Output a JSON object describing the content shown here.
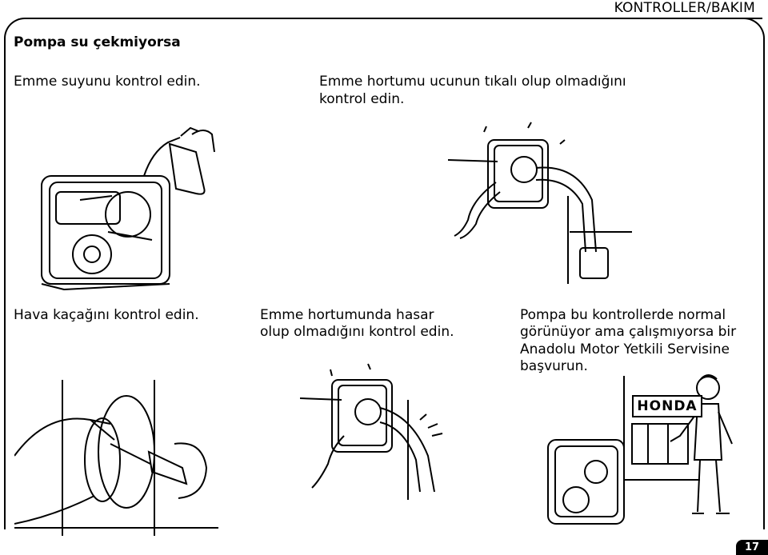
{
  "header": {
    "section": "KONTROLLER/BAKIM"
  },
  "title": "Pompa su çekmiyorsa",
  "steps": {
    "s1": "Emme suyunu kontrol edin.",
    "s2_line1": "Emme hortumu ucunun tıkalı olup olmadığını",
    "s2_line2": "kontrol edin.",
    "s3": "Hava kaçağını kontrol edin.",
    "s4_line1": "Emme hortumunda hasar",
    "s4_line2": "olup olmadığını kontrol edin.",
    "s5_line1": "Pompa bu kontrollerde normal",
    "s5_line2": "görünüyor ama çalışmıyorsa bir",
    "s5_line3": "Anadolu Motor Yetkili Servisine",
    "s5_line4": "başvurun."
  },
  "illustration_text": {
    "sign": "HONDA"
  },
  "page_number": "17"
}
